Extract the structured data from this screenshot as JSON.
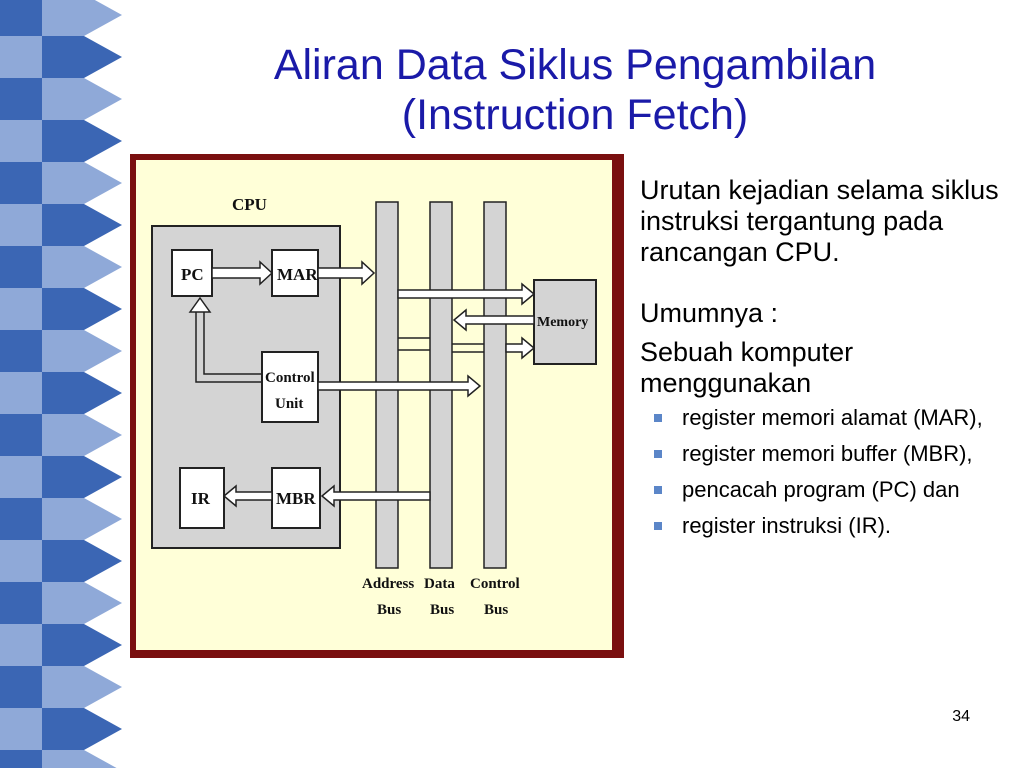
{
  "slide": {
    "title_line1": "Aliran Data Siklus Pengambilan",
    "title_line2": "(Instruction Fetch)",
    "page_number": "34",
    "colors": {
      "title": "#1a1aa8",
      "frame": "#7a0f0f",
      "panel": "#ffffd8",
      "bullet": "#5b86c8",
      "deco_blue": "#3b66b4"
    }
  },
  "diagram": {
    "cpu_label": "CPU",
    "pc": "PC",
    "mar": "MAR",
    "control_unit_line1": "Control",
    "control_unit_line2": "Unit",
    "ir": "IR",
    "mbr": "MBR",
    "memory": "Memory",
    "address_bus_line1": "Address",
    "address_bus_line2": "Bus",
    "data_bus_line1": "Data",
    "data_bus_line2": "Bus",
    "control_bus_line1": "Control",
    "control_bus_line2": "Bus"
  },
  "content": {
    "para1": "Urutan kejadian selama siklus instruksi tergantung pada rancangan CPU.",
    "para2": "Umumnya :",
    "para3": "Sebuah komputer menggunakan",
    "bullets": [
      "register memori alamat (MAR),",
      "register memori buffer (MBR),",
      "pencacah program (PC) dan",
      "register instruksi (IR)."
    ]
  }
}
